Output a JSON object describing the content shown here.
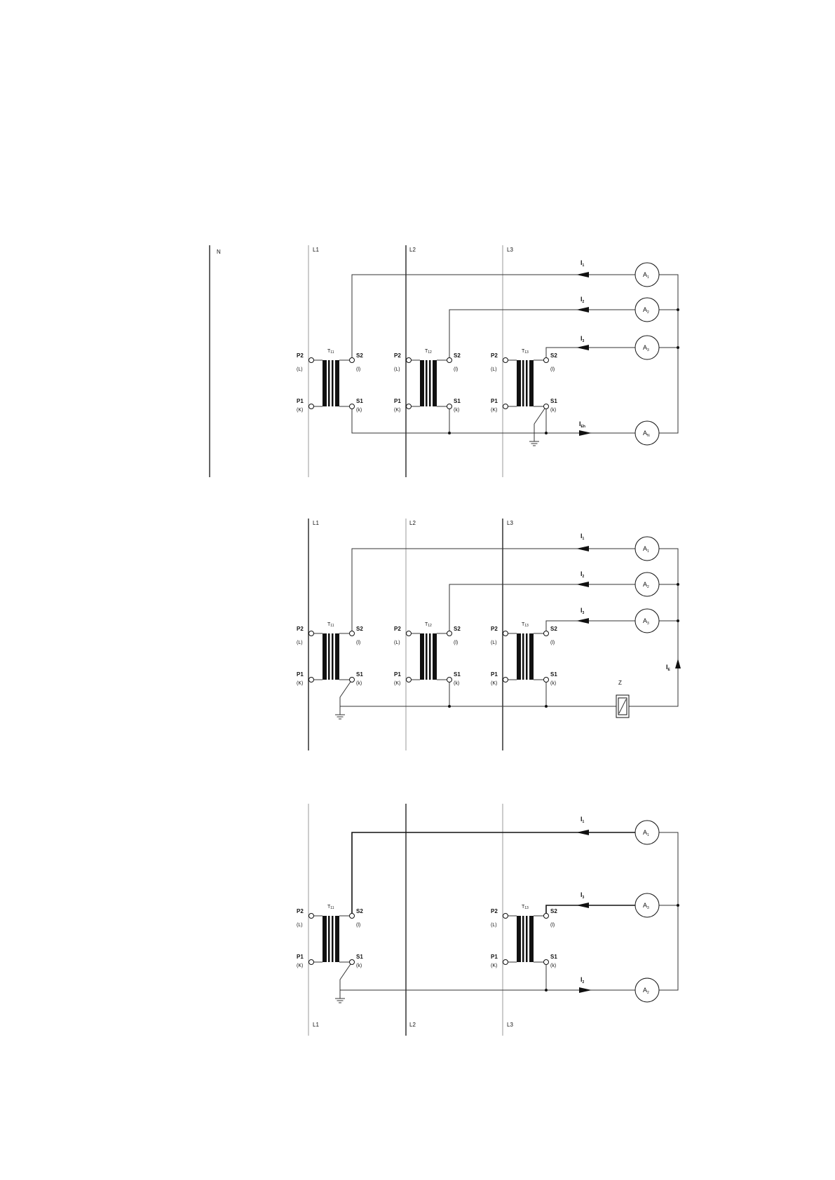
{
  "labels": {
    "N": "N",
    "L1": "L1",
    "L2": "L2",
    "L3": "L3",
    "P2": "P2",
    "P1": "P1",
    "S2": "S2",
    "S1": "S1",
    "L_paren": "(L)",
    "K_paren": "(K)",
    "l_paren": "(l)",
    "k_paren": "(k)",
    "T": "T",
    "A": "A",
    "I": "I",
    "Z": "Z"
  },
  "diagram1": {
    "transformers": [
      "11",
      "12",
      "13"
    ],
    "meters": [
      "1",
      "2",
      "3",
      "N"
    ],
    "currents": [
      "1",
      "2",
      "3",
      "Eh"
    ]
  },
  "diagram2": {
    "transformers": [
      "11",
      "12",
      "13"
    ],
    "meters": [
      "1",
      "2",
      "3"
    ],
    "currents": [
      "1",
      "2",
      "3",
      "E"
    ]
  },
  "diagram3": {
    "transformers": [
      "11",
      "13"
    ],
    "meters": [
      "1",
      "3",
      "2"
    ],
    "currents": [
      "1",
      "3",
      "2"
    ]
  }
}
